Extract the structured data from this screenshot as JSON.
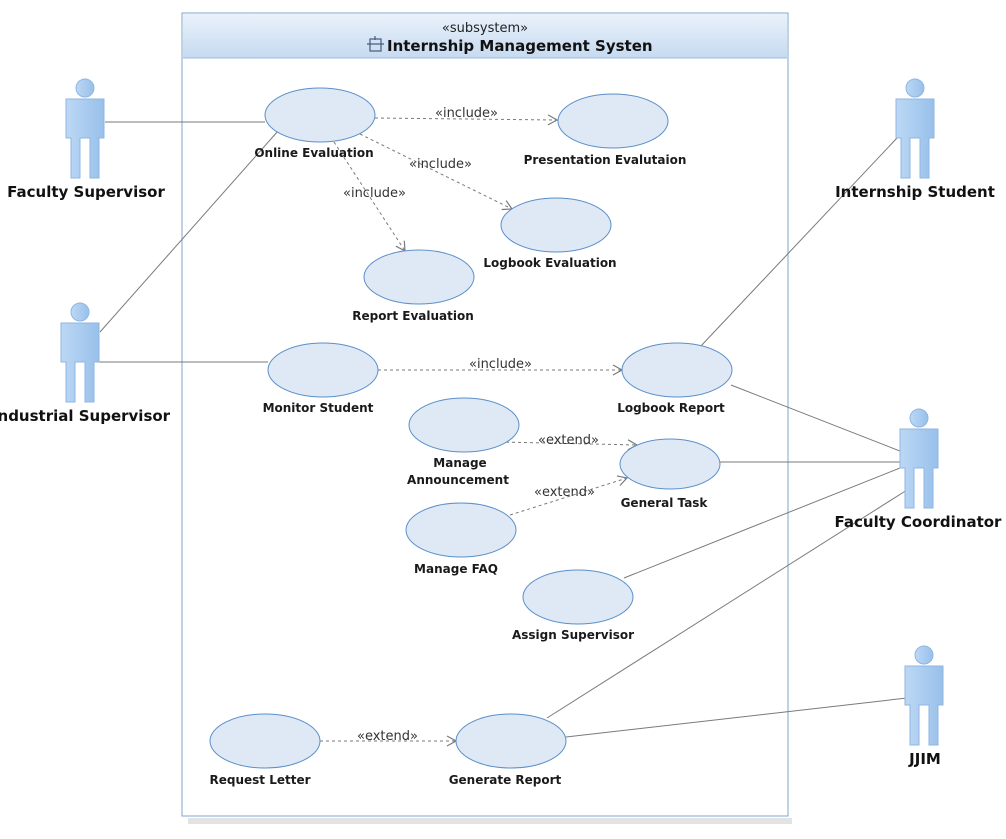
{
  "system": {
    "stereotype": "«subsystem»",
    "title": "Internship Management Systen"
  },
  "actors": [
    {
      "id": "faculty-supervisor",
      "label": "Faculty Supervisor"
    },
    {
      "id": "industrial-supervisor",
      "label": "Industrial Supervisor"
    },
    {
      "id": "internship-student",
      "label": "Internship Student"
    },
    {
      "id": "faculty-coordinator",
      "label": "Faculty Coordinator"
    },
    {
      "id": "jjim",
      "label": "JJIM"
    }
  ],
  "use_cases": [
    {
      "id": "online-evaluation",
      "label": [
        "Online Evaluation"
      ]
    },
    {
      "id": "presentation-evaluation",
      "label": [
        "Presentation Evalutaion"
      ]
    },
    {
      "id": "logbook-evaluation",
      "label": [
        "Logbook Evaluation"
      ]
    },
    {
      "id": "report-evaluation",
      "label": [
        "Report Evaluation"
      ]
    },
    {
      "id": "monitor-student",
      "label": [
        "Monitor Student"
      ]
    },
    {
      "id": "logbook-report",
      "label": [
        "Logbook Report"
      ]
    },
    {
      "id": "manage-announcement",
      "label": [
        "Manage",
        "Announcement"
      ]
    },
    {
      "id": "general-task",
      "label": [
        "General Task"
      ]
    },
    {
      "id": "manage-faq",
      "label": [
        "Manage FAQ"
      ]
    },
    {
      "id": "assign-supervisor",
      "label": [
        "Assign Supervisor"
      ]
    },
    {
      "id": "request-letter",
      "label": [
        "Request Letter"
      ]
    },
    {
      "id": "generate-report",
      "label": [
        "Generate Report"
      ]
    }
  ],
  "relations": [
    {
      "id": "inc-presentation",
      "label": "«include»"
    },
    {
      "id": "inc-logbook",
      "label": "«include»"
    },
    {
      "id": "inc-report",
      "label": "«include»"
    },
    {
      "id": "inc-logbook-report",
      "label": "«include»"
    },
    {
      "id": "ext-announcement",
      "label": "«extend»"
    },
    {
      "id": "ext-faq",
      "label": "«extend»"
    },
    {
      "id": "ext-request-letter",
      "label": "«extend»"
    }
  ],
  "colors": {
    "usecase_fill": "#dfe9f5",
    "usecase_stroke": "#5b8fc9",
    "actor_fill": "#a9ccf0",
    "actor_stroke": "#8fb6e2",
    "frame_stroke": "#7fa4cc",
    "header_top": "#eaf2fb",
    "header_bottom": "#c6daf0",
    "line": "#7a7a7a",
    "dashed": "#7a7a7a"
  }
}
